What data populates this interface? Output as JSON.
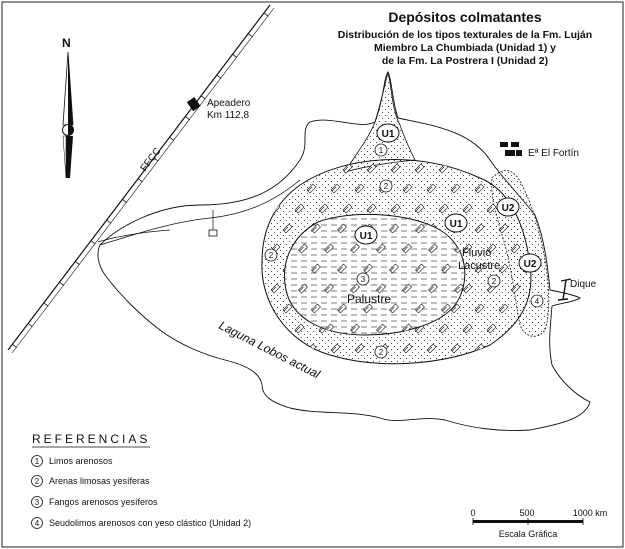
{
  "title": {
    "line1": "Depósitos colmatantes",
    "line2": "Distribución de los tipos texturales de la Fm. Luján",
    "line3": "Miembro La Chumbiada (Unidad 1) y",
    "line4": "de la Fm. La Postrera I (Unidad 2)"
  },
  "north": {
    "label": "N"
  },
  "railway": {
    "label": "FFCC"
  },
  "places": {
    "apeadero_line1": "Apeadero",
    "apeadero_line2": "Km 112,8",
    "el_fortin": "Eª El Fortín",
    "dique": "Dique",
    "laguna": "Laguna Lobos actual"
  },
  "zones": {
    "fluvio_line1": "Fluvio",
    "fluvio_line2": "Lacustre",
    "palustre": "Palustre"
  },
  "units": {
    "u1": "U1",
    "u2": "U2"
  },
  "codes": {
    "c1": "1",
    "c2": "2",
    "c3": "3",
    "c4": "4"
  },
  "legend": {
    "heading": "REFERENCIAS",
    "items": [
      {
        "num": "1",
        "text": "Limos arenosos"
      },
      {
        "num": "2",
        "text": "Arenas limosas yesíferas"
      },
      {
        "num": "3",
        "text": "Fangos arenosos yesíferos"
      },
      {
        "num": "4",
        "text": "Seudolimos arenosos con yeso clástico (Unidad 2)"
      }
    ]
  },
  "scale": {
    "t0": "0",
    "t1": "500",
    "t2": "1000 km",
    "label": "Escala Gráfica"
  },
  "colors": {
    "ink": "#111111",
    "background": "#ffffff",
    "fill_light": "#f7f7f7"
  }
}
